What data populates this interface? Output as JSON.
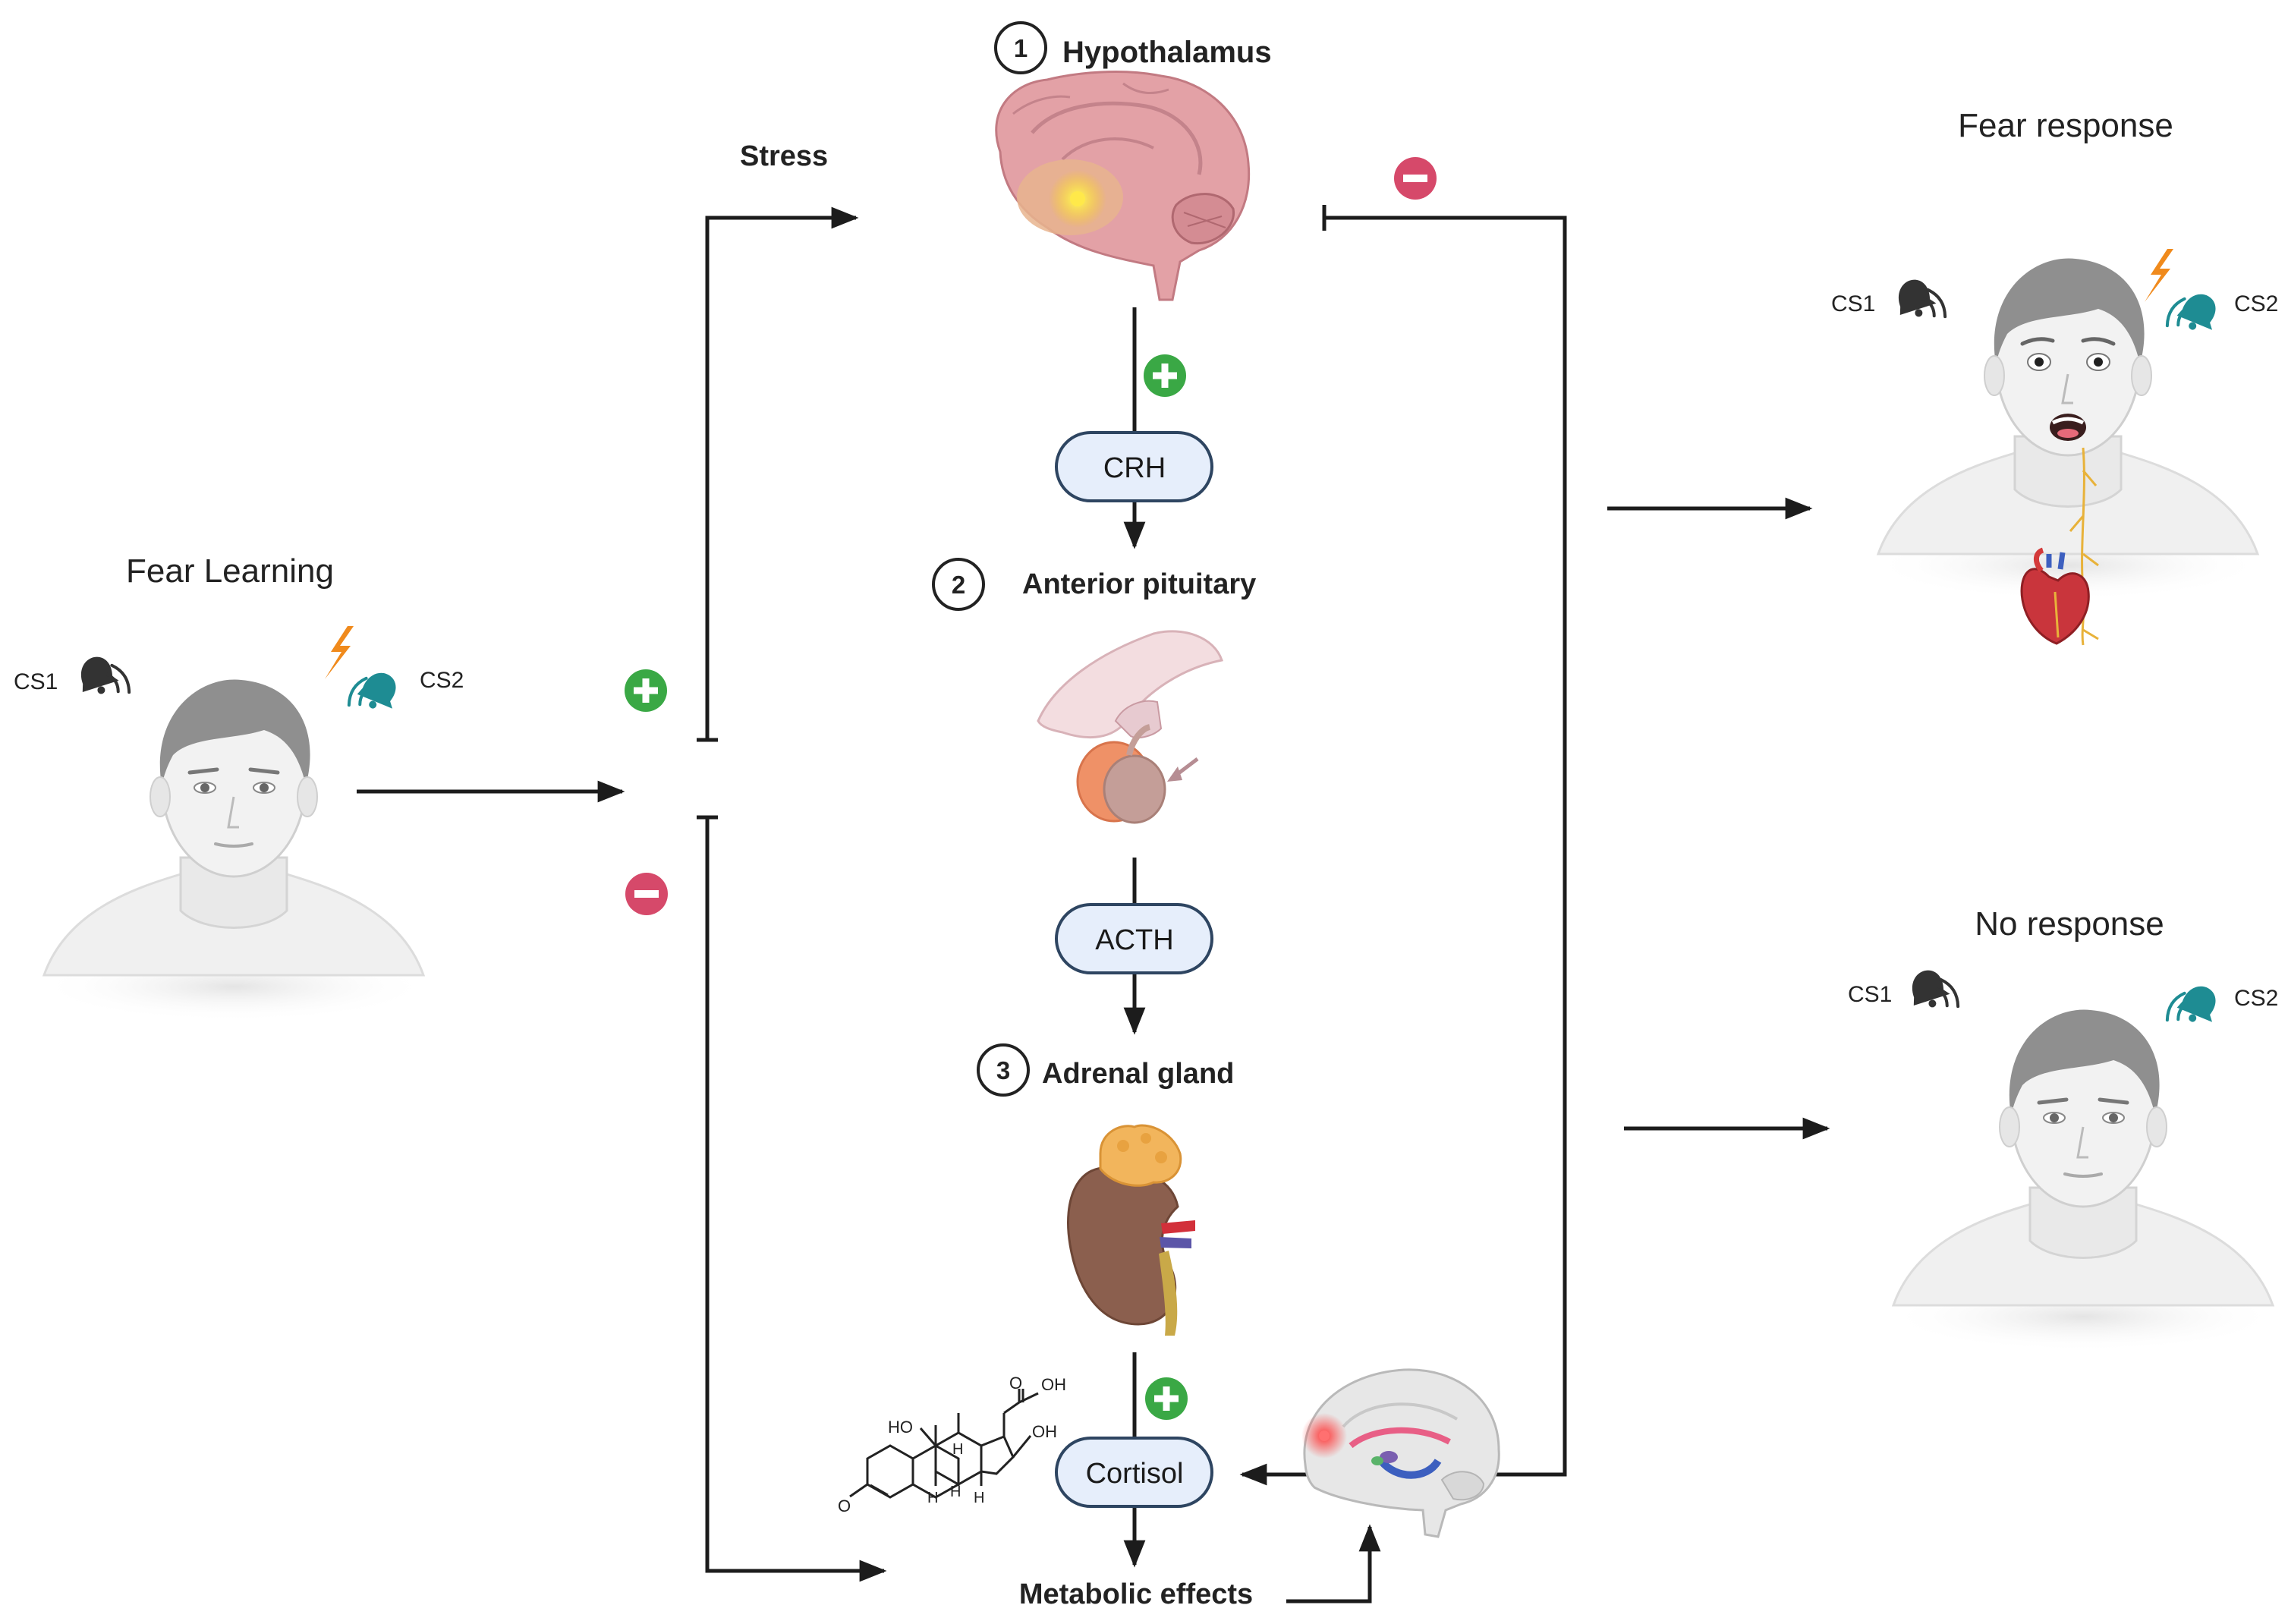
{
  "colors": {
    "plus": "#3aa845",
    "minus": "#d6496a",
    "pill_fill": "#e6eefb",
    "pill_stroke": "#2e4561",
    "arrow": "#1c1c1c",
    "bell_teal": "#1e8c93",
    "bolt": "#f08a1c"
  },
  "steps": {
    "hypothalamus": {
      "number": "1",
      "label": "Hypothalamus"
    },
    "pituitary": {
      "number": "2",
      "label": "Anterior pituitary"
    },
    "adrenal": {
      "number": "3",
      "label": "Adrenal gland"
    }
  },
  "hormones": {
    "crh": "CRH",
    "acth": "ACTH",
    "cortisol": "Cortisol"
  },
  "labels": {
    "stress": "Stress",
    "metabolic_effects": "Metabolic effects",
    "fear_learning": "Fear Learning",
    "fear_response": "Fear response",
    "no_response": "No response",
    "cs1": "CS1",
    "cs2": "CS2"
  },
  "molecule": {
    "ho": "HO",
    "oh": "OH",
    "oh2": "OH",
    "o": "O",
    "h": "H"
  },
  "icons": [
    "person-icon",
    "brain-icon",
    "pituitary-icon",
    "kidney-icon",
    "cortisol-molecule-icon",
    "brain-sagittal-icon",
    "heart-icon",
    "bell-icon",
    "lightning-icon",
    "plus-icon",
    "minus-icon"
  ]
}
